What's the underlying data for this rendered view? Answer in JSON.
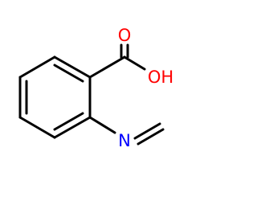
{
  "molecule": {
    "atoms": {
      "oxygen_carbonyl": {
        "label": "O",
        "color": "#ff0000"
      },
      "hydroxyl": {
        "label": "OH",
        "color": "#ff0000"
      },
      "nitrogen": {
        "label": "N",
        "color": "#0000ff"
      }
    },
    "bond_color": "#000000",
    "background": "#ffffff"
  }
}
